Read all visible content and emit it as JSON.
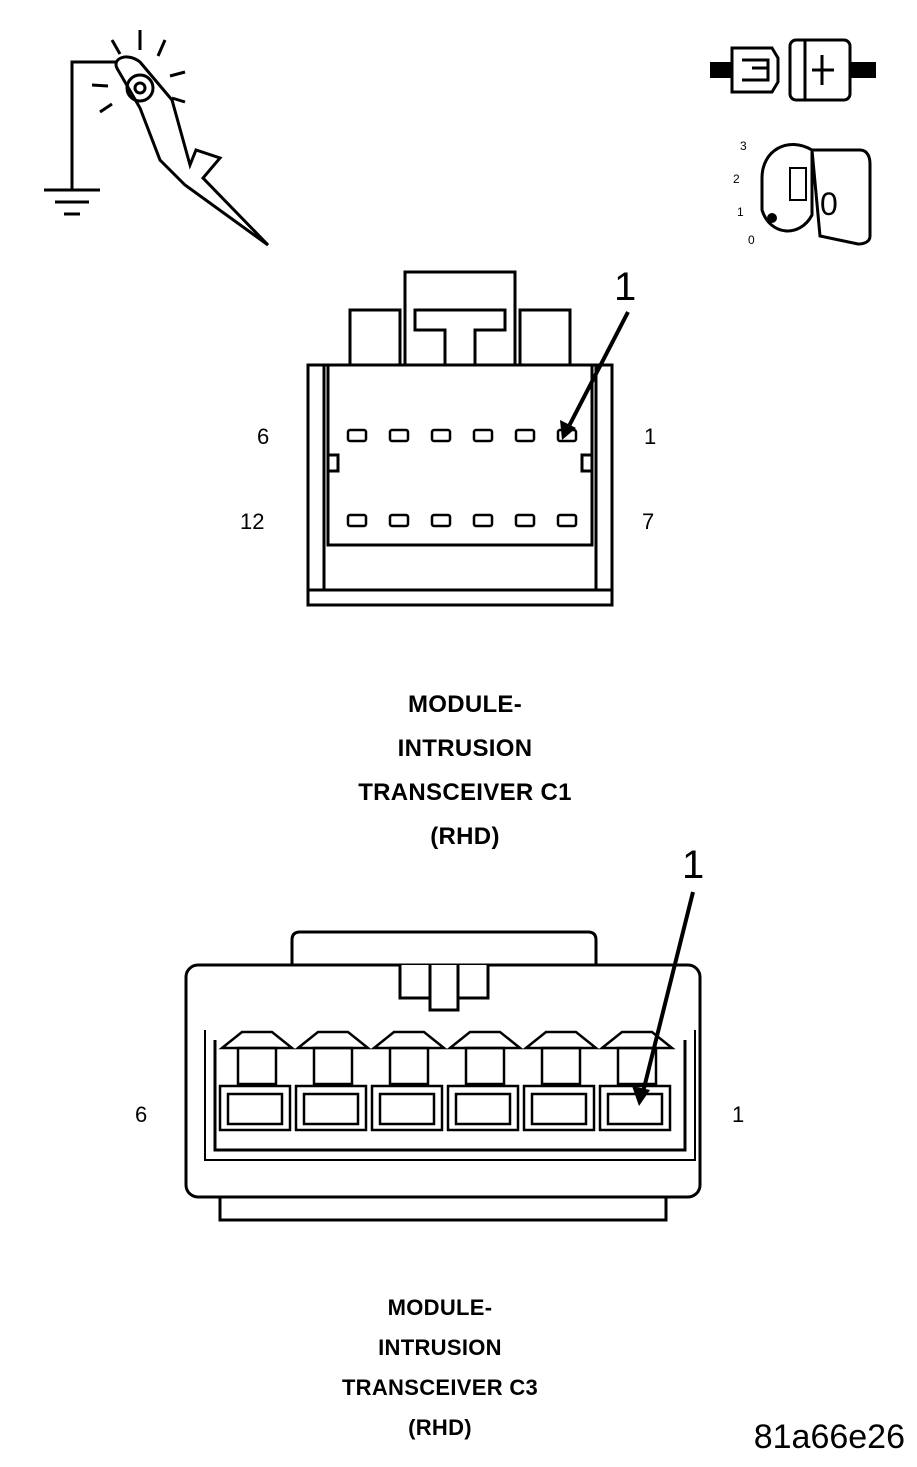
{
  "connector_c1": {
    "pin_labels": {
      "top_left": "6",
      "top_right": "1",
      "bottom_left": "12",
      "bottom_right": "7"
    },
    "callout": "1",
    "caption": [
      "MODULE-",
      "INTRUSION",
      "TRANSCEIVER C1",
      "(RHD)"
    ]
  },
  "connector_c3": {
    "pin_labels": {
      "left": "6",
      "right": "1"
    },
    "callout": "1",
    "caption": [
      "MODULE-",
      "INTRUSION",
      "TRANSCEIVER C3",
      "(RHD)"
    ]
  },
  "ignition_key": {
    "positions": [
      "3",
      "2",
      "1",
      "0"
    ],
    "key_letter": "0"
  },
  "figure_id": "81a66e26",
  "icons": [
    "test-light-probe-ground-icon",
    "disconnect-connector-icon",
    "ignition-key-icon"
  ]
}
